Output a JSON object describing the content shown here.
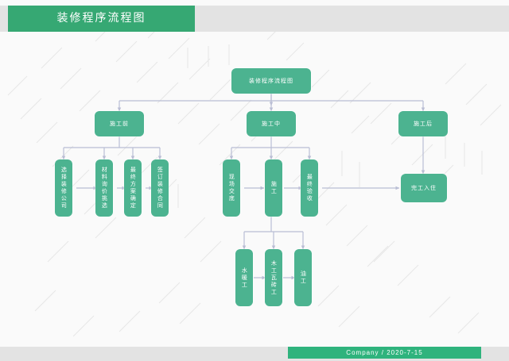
{
  "header": {
    "title": "装修程序流程图"
  },
  "footer": {
    "text": "Company / 2020-7-15"
  },
  "colors": {
    "node_green": "#4cb390",
    "header_green": "#36a873",
    "footer_green": "#2fb37d",
    "strip_gray": "#e3e3e3",
    "canvas": "#fafafa",
    "connector": "#b9bdd4"
  },
  "chart_data": {
    "type": "diagram",
    "title": "装修程序流程图",
    "nodes": [
      {
        "id": "root",
        "label": "装修程序流程图",
        "level": 0,
        "orientation": "horizontal"
      },
      {
        "id": "pre",
        "label": "施工前",
        "level": 1,
        "orientation": "horizontal"
      },
      {
        "id": "during",
        "label": "施工中",
        "level": 1,
        "orientation": "horizontal"
      },
      {
        "id": "post",
        "label": "施工后",
        "level": 1,
        "orientation": "horizontal"
      },
      {
        "id": "pre1",
        "label": "选择装修公司",
        "level": 2,
        "orientation": "vertical"
      },
      {
        "id": "pre2",
        "label": "材料询价挑选",
        "level": 2,
        "orientation": "vertical"
      },
      {
        "id": "pre3",
        "label": "最终方案确定",
        "level": 2,
        "orientation": "vertical"
      },
      {
        "id": "pre4",
        "label": "签订装修合同",
        "level": 2,
        "orientation": "vertical"
      },
      {
        "id": "dur1",
        "label": "现场交底",
        "level": 2,
        "orientation": "vertical"
      },
      {
        "id": "dur2",
        "label": "施工",
        "level": 2,
        "orientation": "vertical"
      },
      {
        "id": "dur3",
        "label": "最终验收",
        "level": 2,
        "orientation": "vertical"
      },
      {
        "id": "sub1",
        "label": "水暖工",
        "level": 3,
        "orientation": "vertical"
      },
      {
        "id": "sub2",
        "label": "木工瓦砖工",
        "level": 3,
        "orientation": "vertical"
      },
      {
        "id": "sub3",
        "label": "油工",
        "level": 3,
        "orientation": "vertical"
      },
      {
        "id": "finish",
        "label": "完工入住",
        "level": 2,
        "orientation": "horizontal"
      }
    ],
    "edges": [
      {
        "from": "root",
        "to": "pre"
      },
      {
        "from": "root",
        "to": "during"
      },
      {
        "from": "root",
        "to": "post"
      },
      {
        "from": "pre",
        "to": "pre1"
      },
      {
        "from": "pre",
        "to": "pre2"
      },
      {
        "from": "pre",
        "to": "pre3"
      },
      {
        "from": "pre",
        "to": "pre4"
      },
      {
        "from": "pre1",
        "to": "pre2"
      },
      {
        "from": "pre2",
        "to": "pre3"
      },
      {
        "from": "pre3",
        "to": "pre4"
      },
      {
        "from": "during",
        "to": "dur1"
      },
      {
        "from": "during",
        "to": "dur2"
      },
      {
        "from": "during",
        "to": "dur3"
      },
      {
        "from": "dur1",
        "to": "dur2"
      },
      {
        "from": "dur2",
        "to": "dur3"
      },
      {
        "from": "dur2",
        "to": "sub1"
      },
      {
        "from": "dur2",
        "to": "sub2"
      },
      {
        "from": "dur2",
        "to": "sub3"
      },
      {
        "from": "sub1",
        "to": "sub2"
      },
      {
        "from": "sub2",
        "to": "sub3"
      },
      {
        "from": "dur3",
        "to": "finish"
      },
      {
        "from": "post",
        "to": "finish"
      }
    ]
  }
}
